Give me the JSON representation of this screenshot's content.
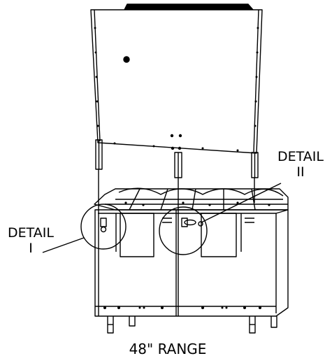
{
  "drawing": {
    "detail_1": {
      "title": "DETAIL",
      "numeral": "I"
    },
    "detail_2": {
      "title": "DETAIL",
      "numeral": "II"
    },
    "caption": "48\" RANGE"
  }
}
